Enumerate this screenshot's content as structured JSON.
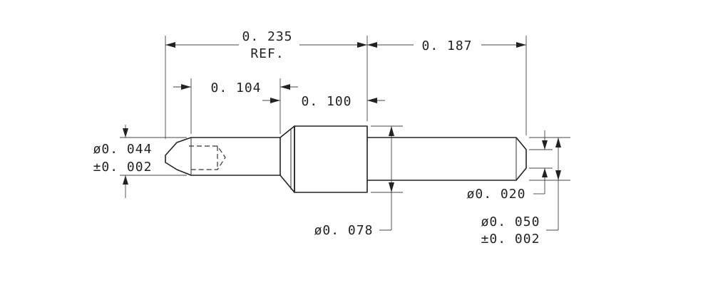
{
  "dimensions": {
    "overall_ref_value": "0. 235",
    "overall_ref_note": "REF.",
    "tip_length": "0. 104",
    "body_length": "0. 100",
    "tail_length": "0. 187",
    "tip_diameter": "ø0. 044",
    "tip_diameter_tol": "±0. 002",
    "body_diameter": "ø0. 078",
    "tail_inner_diameter": "ø0. 020",
    "tail_diameter": "ø0. 050",
    "tail_diameter_tol": "±0. 002"
  }
}
